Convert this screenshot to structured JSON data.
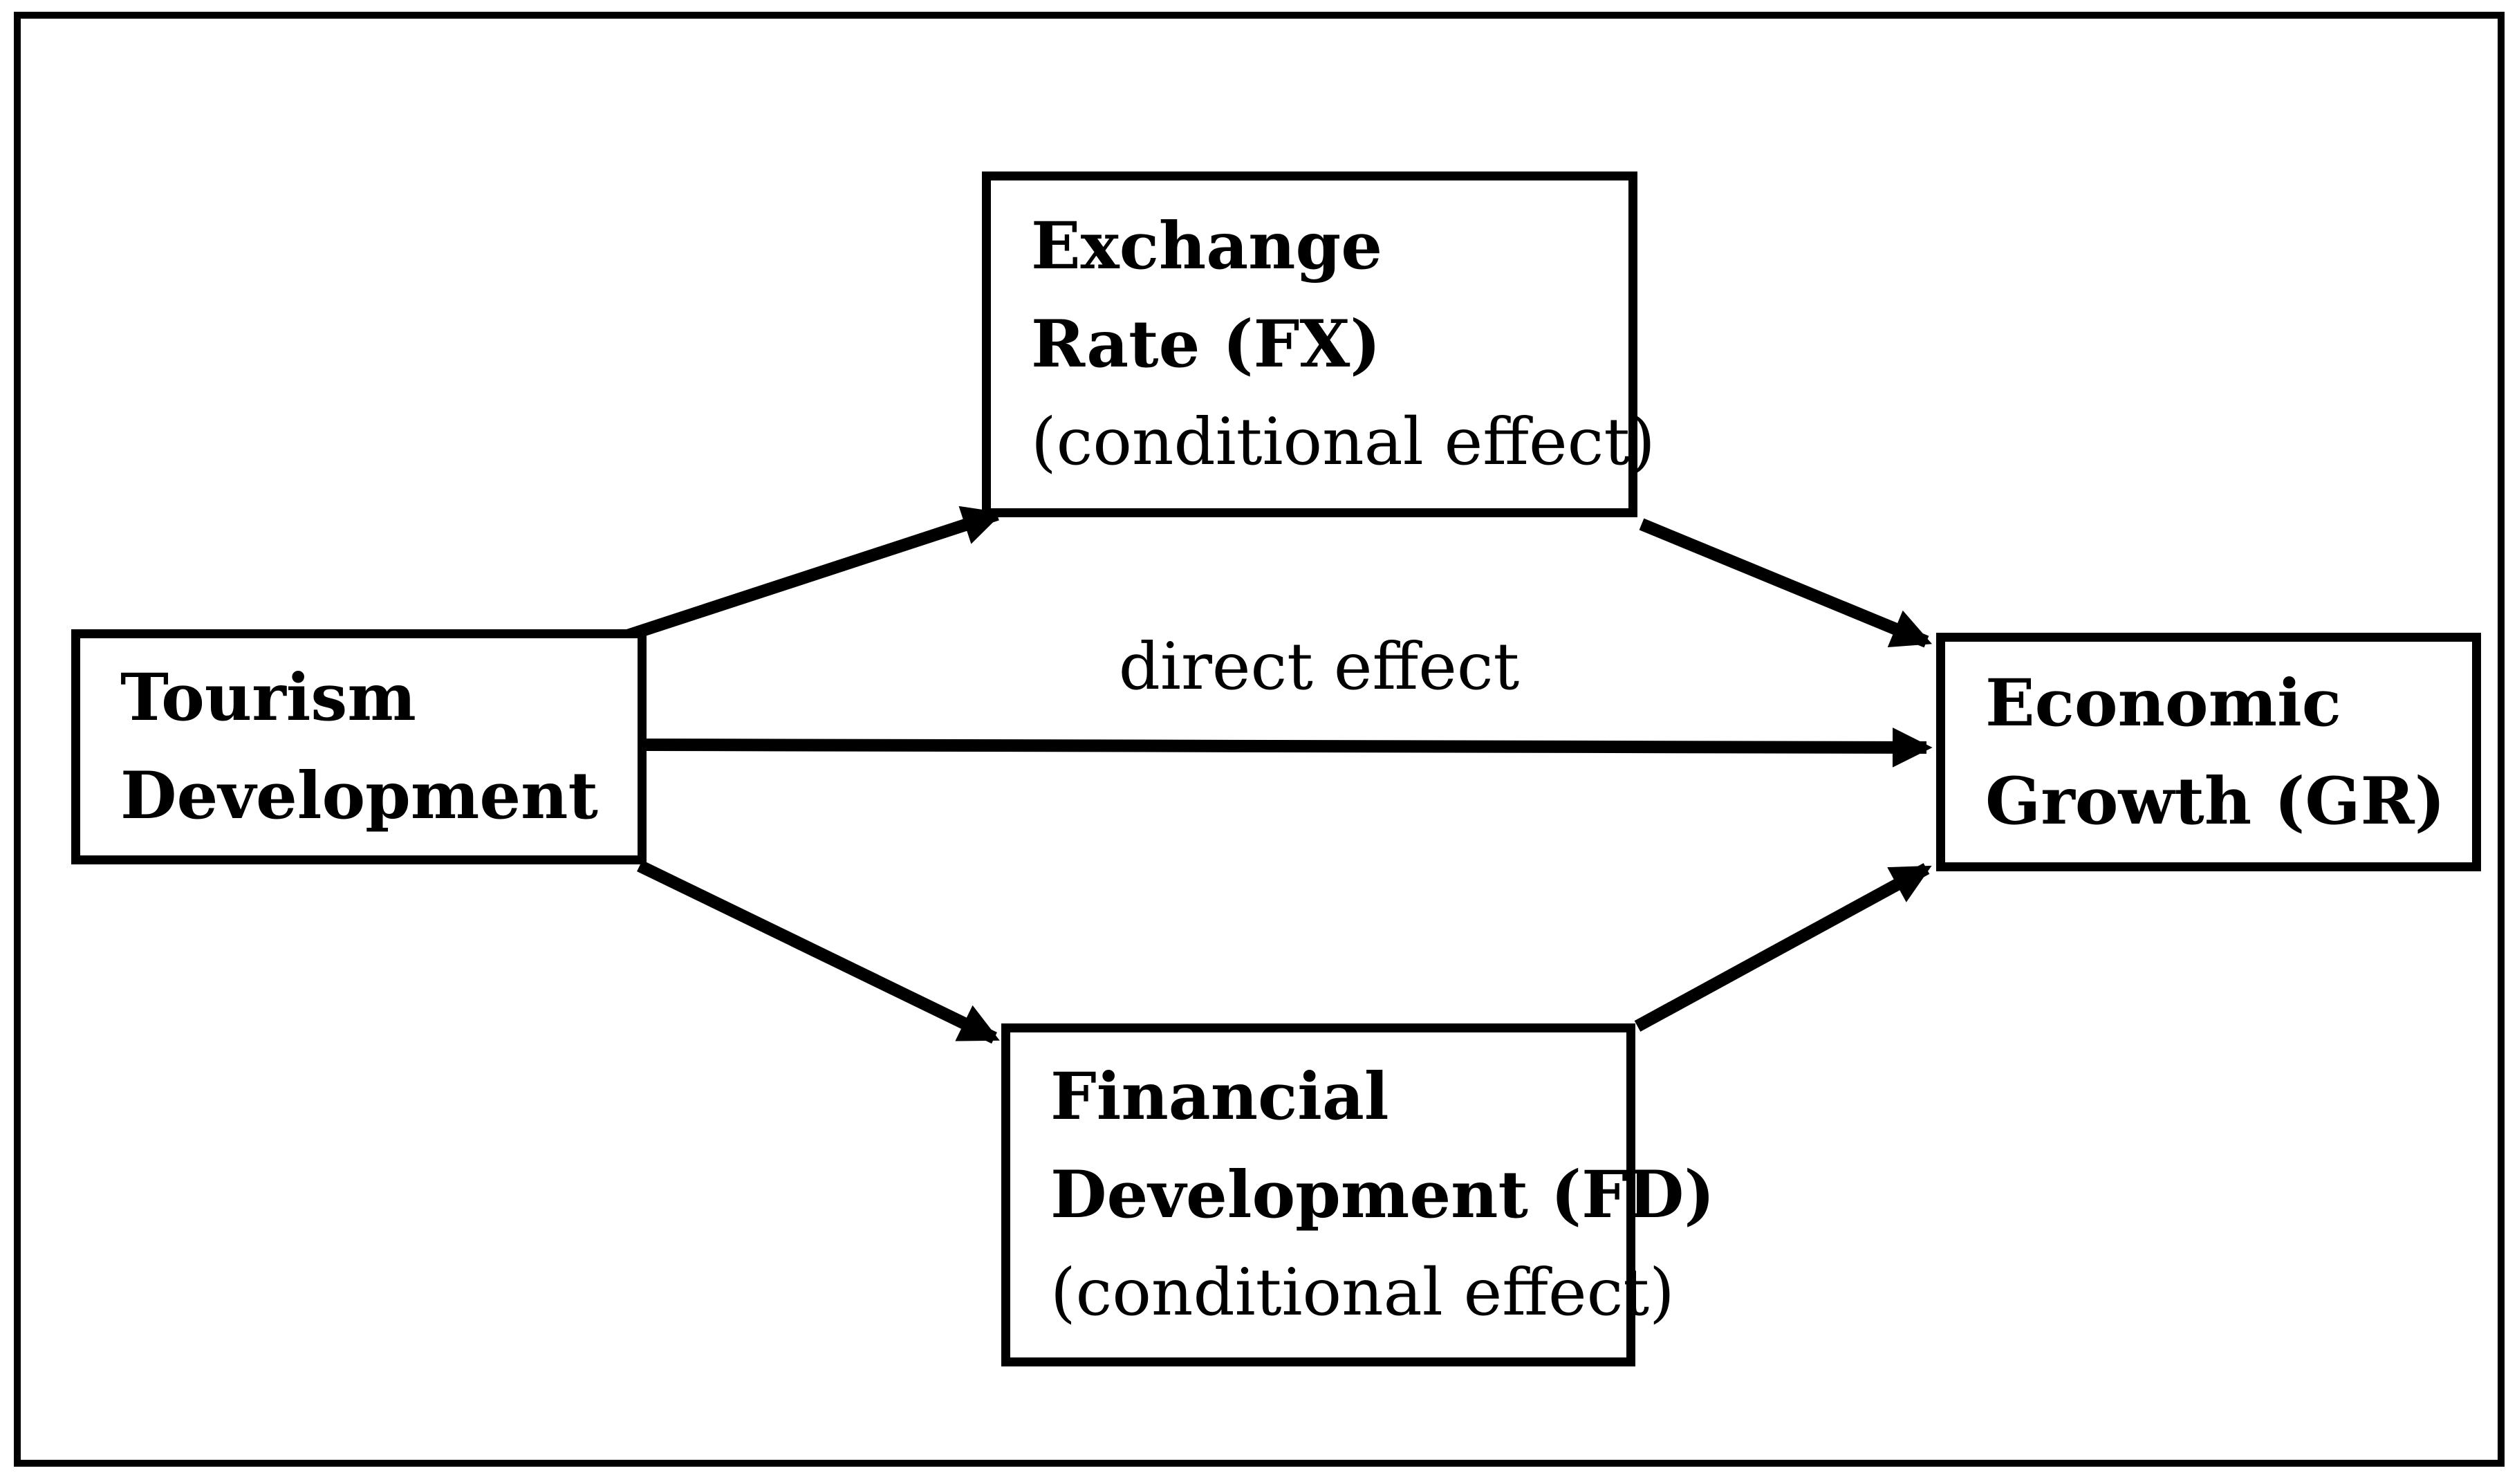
{
  "figure": {
    "colors": {
      "ink": "#000000",
      "background": "#ffffff"
    },
    "nodes": {
      "tourism": {
        "line1": "Tourism",
        "line2": "Development"
      },
      "exchange_rate": {
        "line1": "Exchange",
        "line2": "Rate (FX)",
        "line3": "(conditional effect)"
      },
      "financial_development": {
        "line1": "Financial",
        "line2": "Development (FD)",
        "line3": "(conditional effect)"
      },
      "economic_growth": {
        "line1": "Economic",
        "line2": "Growth (GR)"
      }
    },
    "labels": {
      "direct_effect": "direct effect"
    },
    "edges": [
      {
        "from": "Tourism Development",
        "to": "Exchange Rate (FX)"
      },
      {
        "from": "Tourism Development",
        "to": "Economic Growth (GR)",
        "label": "direct effect"
      },
      {
        "from": "Tourism Development",
        "to": "Financial Development (FD)"
      },
      {
        "from": "Exchange Rate (FX)",
        "to": "Economic Growth (GR)"
      },
      {
        "from": "Financial Development (FD)",
        "to": "Economic Growth (GR)"
      }
    ]
  }
}
